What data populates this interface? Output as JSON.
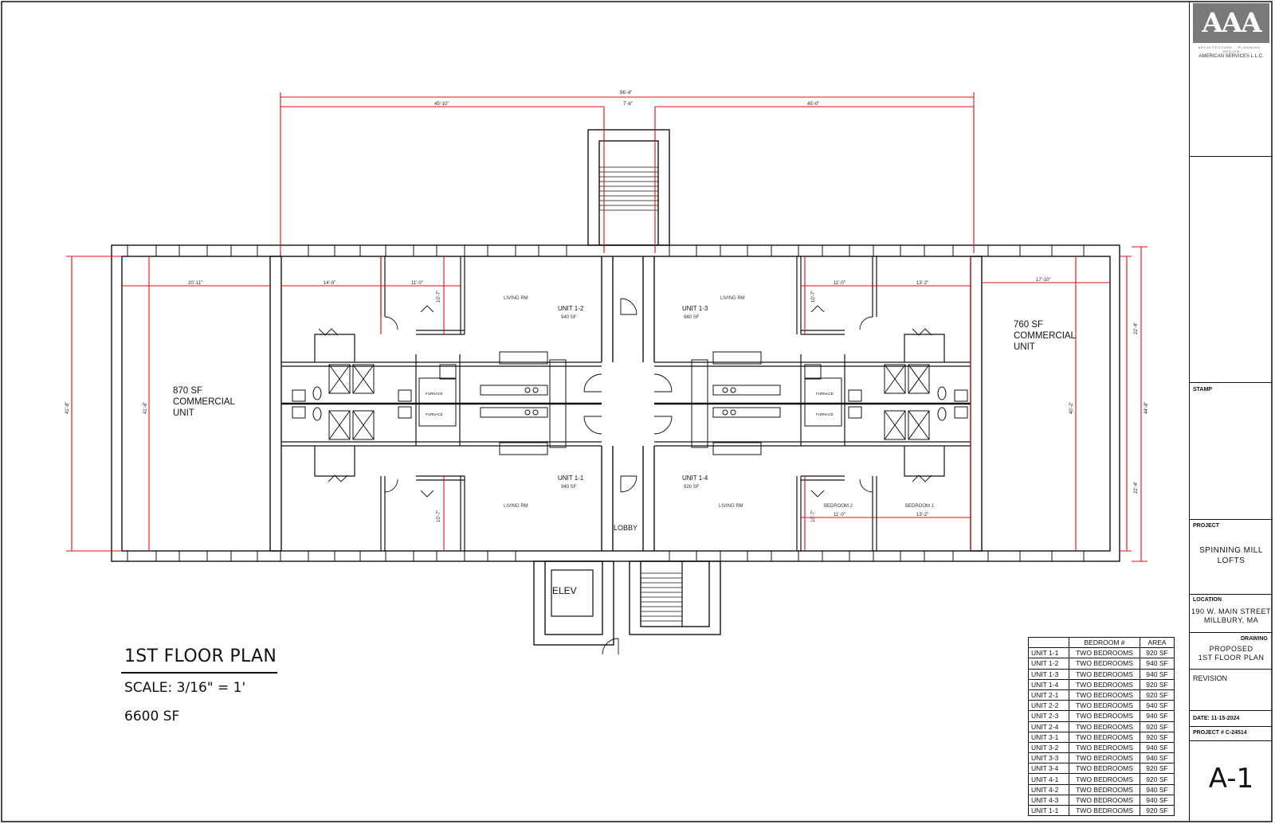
{
  "drawing": {
    "title": "1ST FLOOR PLAN",
    "scale": "SCALE: 3/16\" = 1'",
    "total_area": "6600 SF"
  },
  "plan_labels": {
    "commercial_left": [
      "870 SF",
      "COMMERCIAL",
      "UNIT"
    ],
    "commercial_right": [
      "760 SF",
      "COMMERCIAL",
      "UNIT"
    ],
    "unit_1_2": {
      "name": "UNIT 1-2",
      "area": "940 SF"
    },
    "unit_1_3": {
      "name": "UNIT 1-3",
      "area": "940 SF"
    },
    "unit_1_1": {
      "name": "UNIT 1-1",
      "area": "940 SF"
    },
    "unit_1_4": {
      "name": "UNIT 1-4",
      "area": "920 SF"
    },
    "living_rm": "LIVING RM",
    "bedroom_2": "BEDROOM 2",
    "bedroom_1": "BEDROOM 1",
    "furnace": "FURNACE",
    "lobby": "LOBBY",
    "elev": "ELEV"
  },
  "dimensions": {
    "overall": "96'-4\"",
    "left_block": "45'-10\"",
    "stair_core": "7'-6\"",
    "right_block": "45'-0\"",
    "left_commercial_width": "20'-11\"",
    "room_14": "14'-0\"",
    "room_11_a": "11'-0\"",
    "room_11_b": "11'-0\"",
    "room_13_a": "13'-2\"",
    "right_commercial_width": "17'-10\"",
    "left_height": "41'-8\"",
    "left_height_inner": "41'-8\"",
    "right_height_outer": "44'-8\"",
    "right_height_inner": "40'-2\"",
    "right_upper": "22'-4\"",
    "right_lower": "22'-4\"",
    "closet_a": "10'-7\"",
    "closet_b": "10'-7\"",
    "closet_c": "10'-7\"",
    "closet_d": "10'-7\""
  },
  "schedule": {
    "headers": [
      "",
      "BEDROOM #",
      "AREA"
    ],
    "rows": [
      [
        "UNIT 1-1",
        "TWO BEDROOMS",
        "920 SF"
      ],
      [
        "UNIT 1-2",
        "TWO BEDROOMS",
        "940 SF"
      ],
      [
        "UNIT 1-3",
        "TWO BEDROOMS",
        "940 SF"
      ],
      [
        "UNIT 1-4",
        "TWO BEDROOMS",
        "920 SF"
      ],
      [
        "UNIT 2-1",
        "TWO BEDROOMS",
        "920 SF"
      ],
      [
        "UNIT 2-2",
        "TWO BEDROOMS",
        "940 SF"
      ],
      [
        "UNIT 2-3",
        "TWO BEDROOMS",
        "940 SF"
      ],
      [
        "UNIT 2-4",
        "TWO BEDROOMS",
        "920 SF"
      ],
      [
        "UNIT 3-1",
        "TWO BEDROOMS",
        "920 SF"
      ],
      [
        "UNIT 3-2",
        "TWO BEDROOMS",
        "940 SF"
      ],
      [
        "UNIT 3-3",
        "TWO BEDROOMS",
        "940 SF"
      ],
      [
        "UNIT 3-4",
        "TWO BEDROOMS",
        "920 SF"
      ],
      [
        "UNIT 4-1",
        "TWO BEDROOMS",
        "920 SF"
      ],
      [
        "UNIT 4-2",
        "TWO BEDROOMS",
        "940 SF"
      ],
      [
        "UNIT 4-3",
        "TWO BEDROOMS",
        "940 SF"
      ],
      [
        "UNIT 1-1",
        "TWO BEDROOMS",
        "920 SF"
      ]
    ]
  },
  "title_block": {
    "logo_text": "AAA",
    "logo_tagline": "ARCHITECTURE · PLANNING · DESIGN",
    "company": "AMERICAN SERVICES L.L.C.",
    "stamp_label": "STAMP",
    "project_label": "PROJECT",
    "project_name": [
      "SPINNING MILL",
      "LOFTS"
    ],
    "location_label": "LOCATION",
    "location": [
      "190 W. MAIN STREET",
      "MILLBURY, MA"
    ],
    "drawing_label": "DRAWING",
    "drawing_name": [
      "PROPOSED",
      "1ST FLOOR PLAN"
    ],
    "revision_label": "REVISION",
    "date": "DATE: 11-15-2024",
    "project_no": "PROJECT # C-24514",
    "sheet": "A-1"
  },
  "colors": {
    "line": "#111111",
    "dimension": "#e01010",
    "logo_bg": "#7a7a7a"
  }
}
